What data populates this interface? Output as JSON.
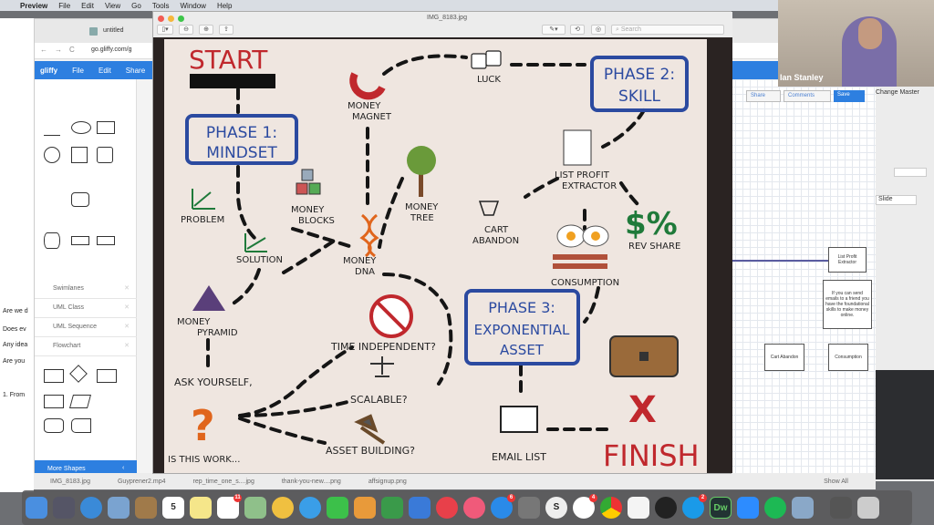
{
  "menubar": {
    "app": "Preview",
    "items": [
      "File",
      "Edit",
      "View",
      "Go",
      "Tools",
      "Window",
      "Help"
    ]
  },
  "doc": {
    "lines": [
      "Are we d",
      "Does ev",
      "Any idea",
      "Are you",
      "1. From"
    ]
  },
  "gliffy": {
    "tab_title": "untitled",
    "url": "go.gliffy.com/g",
    "menu": [
      "File",
      "Edit",
      "Share"
    ],
    "libraries": [
      "Swimlanes",
      "UML Class",
      "UML Sequence",
      "Flowchart"
    ],
    "more_shapes": "More Shapes",
    "buttons": {
      "share": "Share",
      "comments": "Comments",
      "save": "Save"
    },
    "change_master": "Change Master",
    "slide": "Slide",
    "nodes": {
      "list_profit": "List Profit Extractor",
      "note": "If you can send emails to a friend you have the foundational skills to make money online.",
      "cart": "Cart Abandon",
      "consumption": "Consumption"
    }
  },
  "preview": {
    "title": "IMG_8183.jpg",
    "search_placeholder": "Search"
  },
  "poster": {
    "start": "START",
    "phase1a": "PHASE 1:",
    "phase1b": "MINDSET",
    "problem": "PROBLEM",
    "solution": "SOLUTION",
    "pyramid1": "MONEY",
    "pyramid2": "PYRAMID",
    "ask": "ASK YOURSELF,",
    "question": "?",
    "isthis": "IS THIS WORK...",
    "magnet1": "MONEY",
    "magnet2": "MAGNET",
    "blocks1": "MONEY",
    "blocks2": "BLOCKS",
    "dna1": "MONEY",
    "dna2": "DNA",
    "tree1": "MONEY",
    "tree2": "TREE",
    "luck": "LUCK",
    "phase2a": "PHASE 2:",
    "phase2b": "SKILL",
    "lpe1": "LIST PROFIT",
    "lpe2": "EXTRACTOR",
    "cart1": "CART",
    "cart2": "ABANDON",
    "revsym": "$%",
    "rev": "REV SHARE",
    "consumption": "CONSUMPTION",
    "time": "TIME INDEPENDENT?",
    "scalable": "SCALABLE?",
    "asset": "ASSET BUILDING?",
    "phase3a": "PHASE 3:",
    "phase3b": "EXPONENTIAL",
    "phase3c": "ASSET",
    "email": "EMAIL LIST",
    "x": "X",
    "finish": "FINISH"
  },
  "colors": {
    "red": "#c0282d",
    "blue": "#2b4aa0",
    "orange": "#e0651c",
    "green": "#1f7a3a",
    "poster_bg": "#efe6e0"
  },
  "downloads": [
    "IMG_8183.jpg",
    "Guyprener2.mp4",
    "rep_time_one_s....jpg",
    "thank-you-new....png",
    "affsignup.png"
  ],
  "show_all": "Show All",
  "webcam": {
    "name": "Ian Stanley"
  },
  "dock": {
    "icons": [
      "finder",
      "launchpad",
      "safari",
      "mail",
      "contacts",
      "calendar",
      "notes",
      "reminders",
      "maps",
      "photos",
      "messages",
      "facetime",
      "pages",
      "numbers",
      "keynote",
      "news",
      "music",
      "app-store",
      "system-preferences",
      "scrivener",
      "slack",
      "chrome",
      "textedit",
      "wolf-app",
      "skype",
      "dreamweaver",
      "zoom",
      "spotify",
      "preview",
      "trash"
    ],
    "calendar_day": "5",
    "badges": {
      "reminders": "11",
      "app-store": "6",
      "slack": "4",
      "skype": "2"
    }
  }
}
